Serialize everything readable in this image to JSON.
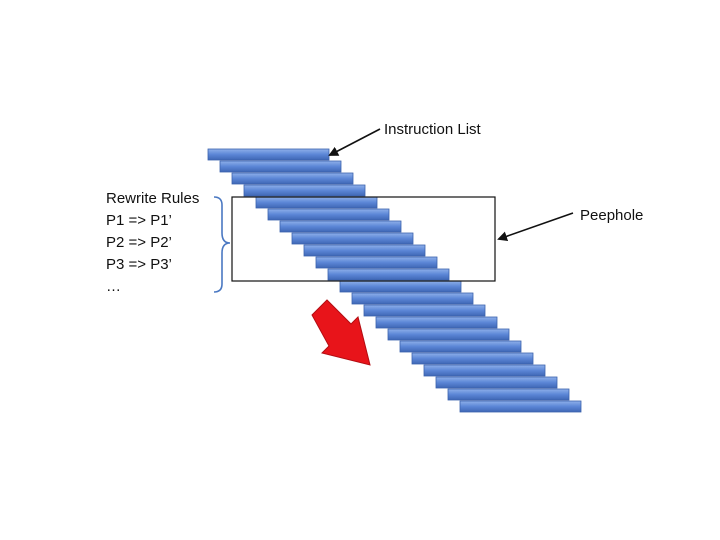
{
  "labels": {
    "instruction_list": "Instruction List",
    "peephole": "Peephole",
    "rewrite_rules_title": "Rewrite Rules"
  },
  "rules": [
    "P1 => P1’",
    "P2 => P2’",
    "P3 => P3’",
    "…"
  ],
  "instructions": {
    "count": 22
  },
  "colors": {
    "bar_fill": "#5b86d6",
    "bar_stroke": "#3b62ad",
    "arrow": "#e8141a",
    "brace": "#4a78c2",
    "line": "#111111"
  },
  "icons": {
    "direction_arrow": "down-right-arrow-icon",
    "brace": "right-curly-brace-icon"
  }
}
